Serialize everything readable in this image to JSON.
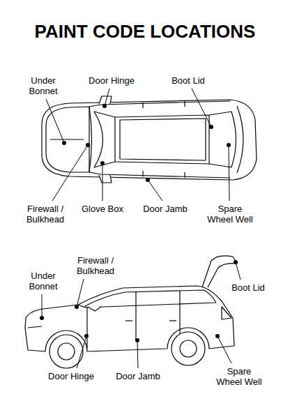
{
  "diagram": {
    "title": "PAINT CODE LOCATIONS",
    "labels": [
      "Under Bonnet",
      "Door Hinge",
      "Boot Lid",
      "Firewall / Bulkhead",
      "Glove Box",
      "Door Jamb",
      "Spare Wheel Well",
      "Firewall / Bulkhead",
      "Under Bonnet",
      "Boot Lid",
      "Door Hinge",
      "Door Jamb",
      "Spare Wheel Well"
    ]
  }
}
